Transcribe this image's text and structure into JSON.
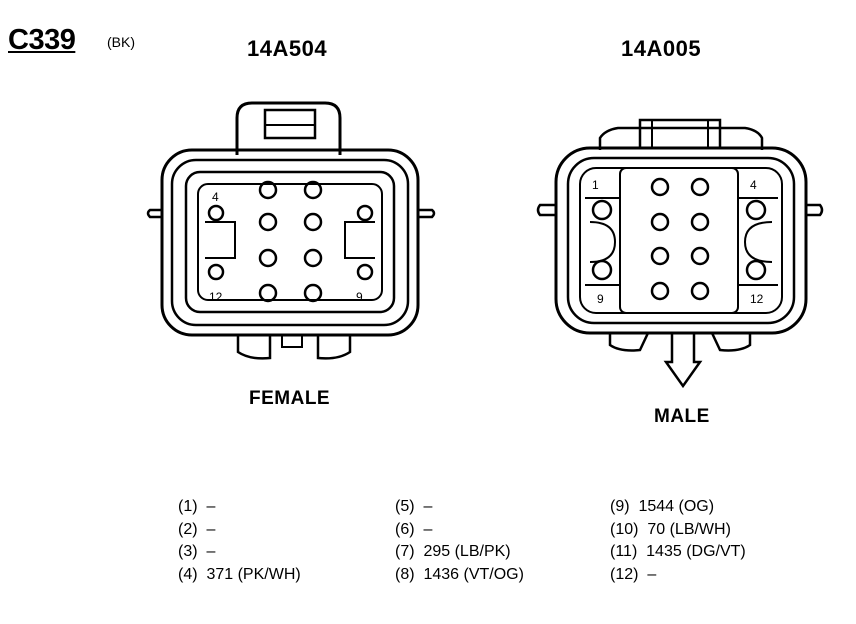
{
  "header": {
    "connector_id": "C339",
    "connector_color": "(BK)"
  },
  "connectors": {
    "left": {
      "part_number": "14A504",
      "gender": "FEMALE",
      "corner_labels": {
        "top_left": "4",
        "bottom_left": "12",
        "bottom_right": "9"
      }
    },
    "right": {
      "part_number": "14A005",
      "gender": "MALE",
      "corner_labels": {
        "top_left": "1",
        "top_right": "4",
        "bottom_left": "9",
        "bottom_right": "12"
      }
    }
  },
  "pinout": [
    [
      {
        "pin": "(1)",
        "circuit": "–"
      },
      {
        "pin": "(2)",
        "circuit": "–"
      },
      {
        "pin": "(3)",
        "circuit": "–"
      },
      {
        "pin": "(4)",
        "circuit": "371 (PK/WH)"
      }
    ],
    [
      {
        "pin": "(5)",
        "circuit": "–"
      },
      {
        "pin": "(6)",
        "circuit": "–"
      },
      {
        "pin": "(7)",
        "circuit": "295 (LB/PK)"
      },
      {
        "pin": "(8)",
        "circuit": "1436 (VT/OG)"
      }
    ],
    [
      {
        "pin": "(9)",
        "circuit": "1544 (OG)"
      },
      {
        "pin": "(10)",
        "circuit": "70 (LB/WH)"
      },
      {
        "pin": "(11)",
        "circuit": "1435 (DG/VT)"
      },
      {
        "pin": "(12)",
        "circuit": "–"
      }
    ]
  ]
}
